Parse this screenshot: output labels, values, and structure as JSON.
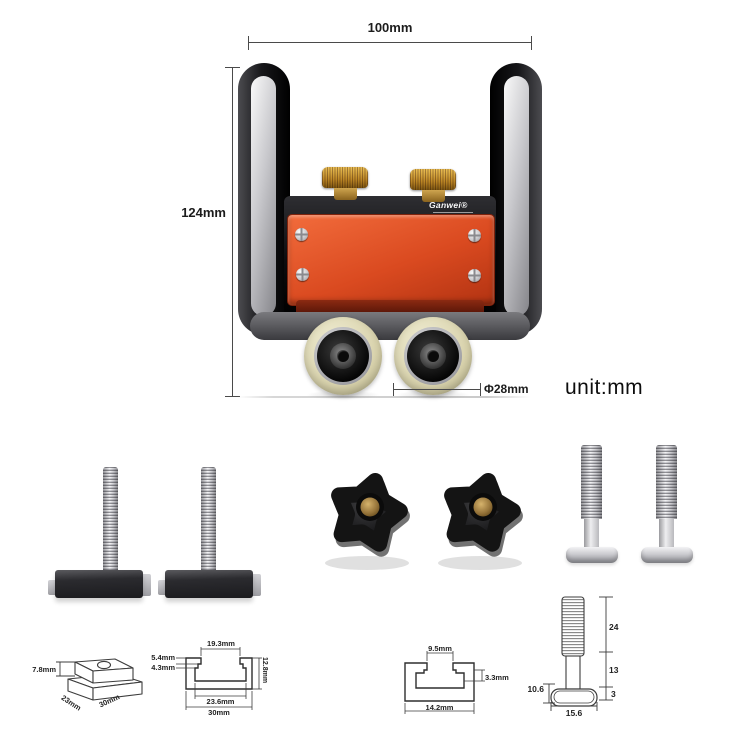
{
  "product": {
    "brand_label": "Ganwei®",
    "width_label": "100mm",
    "height_label": "124mm",
    "wheel_diameter_label": "Φ28mm",
    "unit_label": "unit:mm",
    "colors": {
      "plate": "#da4a20",
      "brass": "#c9a24a",
      "body": "#141414",
      "wheel": "#d8d2ac"
    }
  },
  "drawings": {
    "tnut": {
      "height": "7.8mm",
      "depth": "23mm",
      "width": "30mm"
    },
    "track_large": {
      "slot_width": "19.3mm",
      "lip_upper": "5.4mm",
      "lip_lower": "4.3mm",
      "height": "12.8mm",
      "inner_width": "23.6mm",
      "outer_width": "30mm"
    },
    "track_small": {
      "slot_width": "9.5mm",
      "lip_height": "3.3mm",
      "outer_width": "14.2mm"
    },
    "tbolt": {
      "thread_length": "24",
      "shank_length": "13",
      "head_thickness": "3",
      "head_height": "10.6",
      "head_width": "15.6"
    }
  }
}
